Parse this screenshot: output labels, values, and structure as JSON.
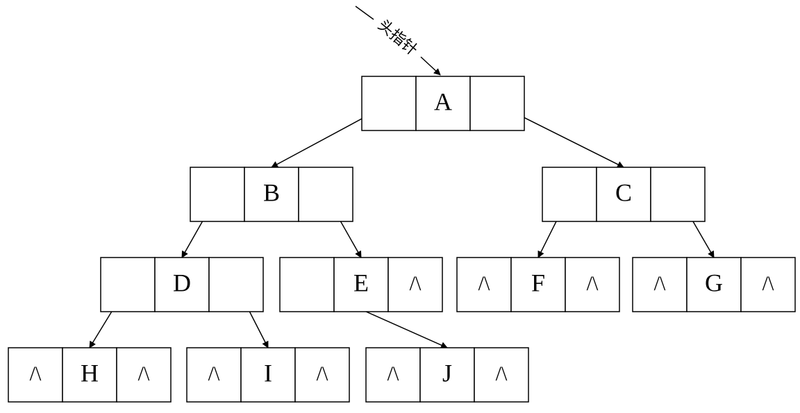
{
  "diagram": {
    "head_pointer_label": "头指针",
    "null_symbol": "/\\",
    "stroke_color": "#000000",
    "fill_color": "#ffffff",
    "nodes": [
      {
        "id": "A",
        "label": "A",
        "left": "",
        "right": ""
      },
      {
        "id": "B",
        "label": "B",
        "left": "",
        "right": ""
      },
      {
        "id": "C",
        "label": "C",
        "left": "",
        "right": ""
      },
      {
        "id": "D",
        "label": "D",
        "left": "",
        "right": ""
      },
      {
        "id": "E",
        "label": "E",
        "left": "",
        "right": "/\\"
      },
      {
        "id": "F",
        "label": "F",
        "left": "/\\",
        "right": "/\\"
      },
      {
        "id": "G",
        "label": "G",
        "left": "/\\",
        "right": "/\\"
      },
      {
        "id": "H",
        "label": "H",
        "left": "/\\",
        "right": "/\\"
      },
      {
        "id": "I",
        "label": "I",
        "left": "/\\",
        "right": "/\\"
      },
      {
        "id": "J",
        "label": "J",
        "left": "/\\",
        "right": "/\\"
      }
    ],
    "edges": [
      {
        "from": "A",
        "side": "left",
        "to": "B"
      },
      {
        "from": "A",
        "side": "right",
        "to": "C"
      },
      {
        "from": "B",
        "side": "left",
        "to": "D"
      },
      {
        "from": "B",
        "side": "right",
        "to": "E"
      },
      {
        "from": "C",
        "side": "left",
        "to": "F"
      },
      {
        "from": "C",
        "side": "right",
        "to": "G"
      },
      {
        "from": "D",
        "side": "left",
        "to": "H"
      },
      {
        "from": "D",
        "side": "right",
        "to": "I"
      },
      {
        "from": "E",
        "side": "left",
        "to": "J"
      }
    ]
  }
}
